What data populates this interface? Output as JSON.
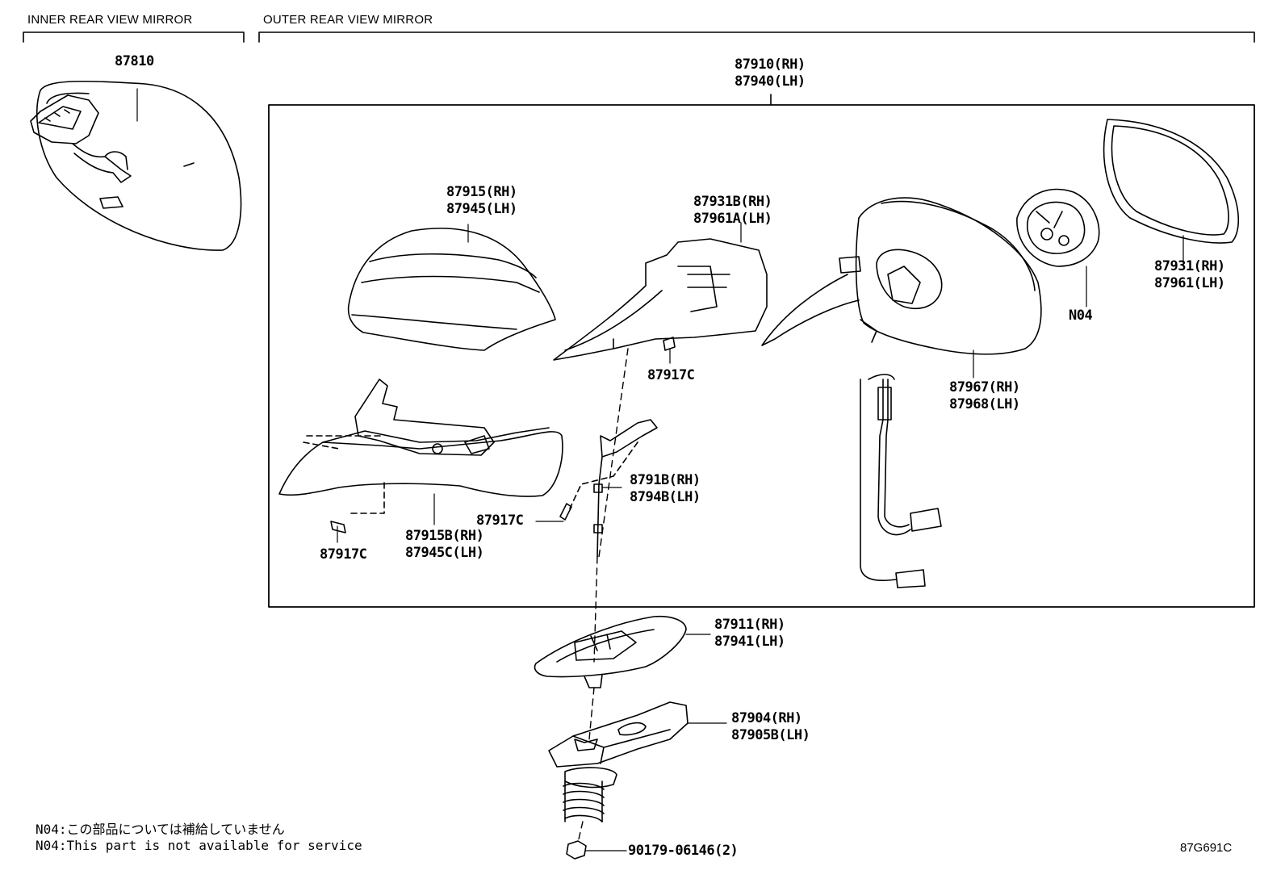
{
  "sections": {
    "inner": "INNER REAR VIEW MIRROR",
    "outer": "OUTER REAR VIEW MIRROR"
  },
  "parts": {
    "p87810": "87810",
    "p87910": "87910(RH)",
    "p87940": "87940(LH)",
    "p87915": "87915(RH)",
    "p87945": "87945(LH)",
    "p87931b": "87931B(RH)",
    "p87961a": "87961A(LH)",
    "p87931": "87931(RH)",
    "p87961": "87961(LH)",
    "n04": "N04",
    "p87917c_a": "87917C",
    "p87917c_b": "87917C",
    "p87917c_c": "87917C",
    "p87967": "87967(RH)",
    "p87968": "87968(LH)",
    "p8791b": "8791B(RH)",
    "p8794b": "8794B(LH)",
    "p87915b": "87915B(RH)",
    "p87945c": "87945C(LH)",
    "p87911": "87911(RH)",
    "p87941": "87941(LH)",
    "p87904": "87904(RH)",
    "p87905b": "87905B(LH)",
    "p90179": "90179-06146(2)"
  },
  "notes": {
    "jp": "N04:この部品については補給していません",
    "en": "N04:This part is not available for service"
  },
  "figure_code": "87G691C"
}
